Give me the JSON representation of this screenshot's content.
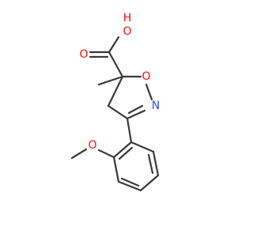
{
  "structure": {
    "atoms": {
      "hydroxyl_h": {
        "text": "H",
        "color": "#ff0d0d"
      },
      "hydroxyl_o": {
        "text": "O",
        "color": "#ff0d0d"
      },
      "ring_o": {
        "text": "O",
        "color": "#ff0d0d"
      },
      "ring_n": {
        "text": "N",
        "color": "#3050f8"
      },
      "methoxy_o": {
        "text": "O",
        "color": "#ff0d0d"
      }
    },
    "bond_color": "#3a3a3a"
  }
}
